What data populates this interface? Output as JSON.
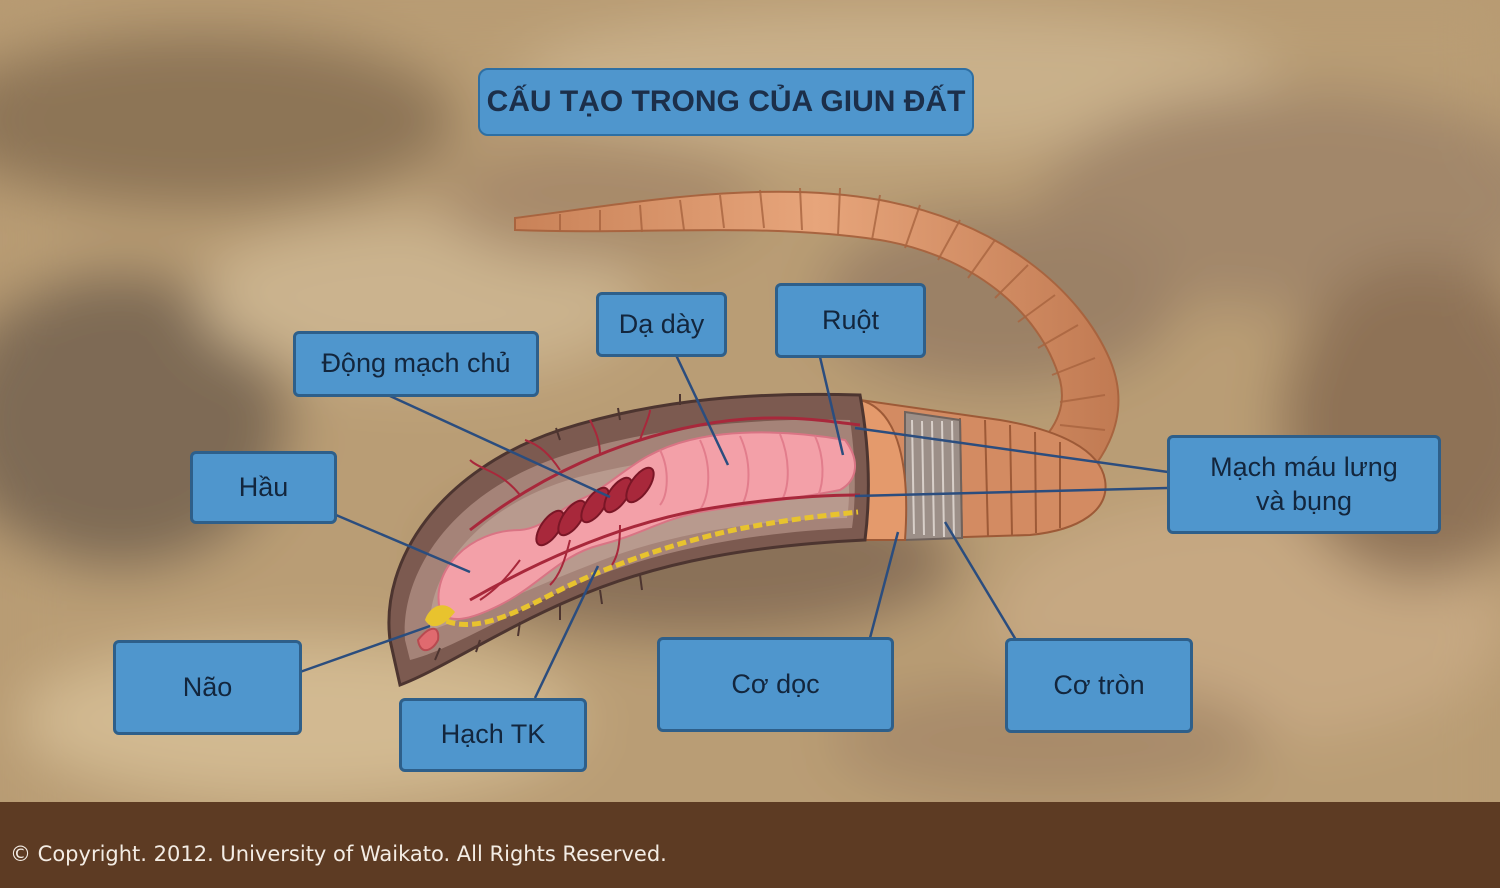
{
  "title": "CẤU TẠO TRONG CỦA GIUN ĐẤT",
  "labels": {
    "dong_mach_chu": "Động mạch chủ",
    "da_day": "Dạ dày",
    "ruot": "Ruột",
    "hau": "Hầu",
    "mach_mau": "Mạch máu lưng và bụng",
    "nao": "Não",
    "hach_tk": "Hạch TK",
    "co_doc": "Cơ dọc",
    "co_tron": "Cơ tròn"
  },
  "footer": {
    "copyright": "© Copyright. 2012. University of Waikato. All Rights Reserved."
  },
  "colors": {
    "label_fill": "#4f96cd",
    "label_border": "#2e5f8a",
    "leader_line": "#2b4d7e",
    "footer_bg": "#5d3b23",
    "worm_skin": "#d9946a",
    "gut": "#f3a0a8"
  }
}
